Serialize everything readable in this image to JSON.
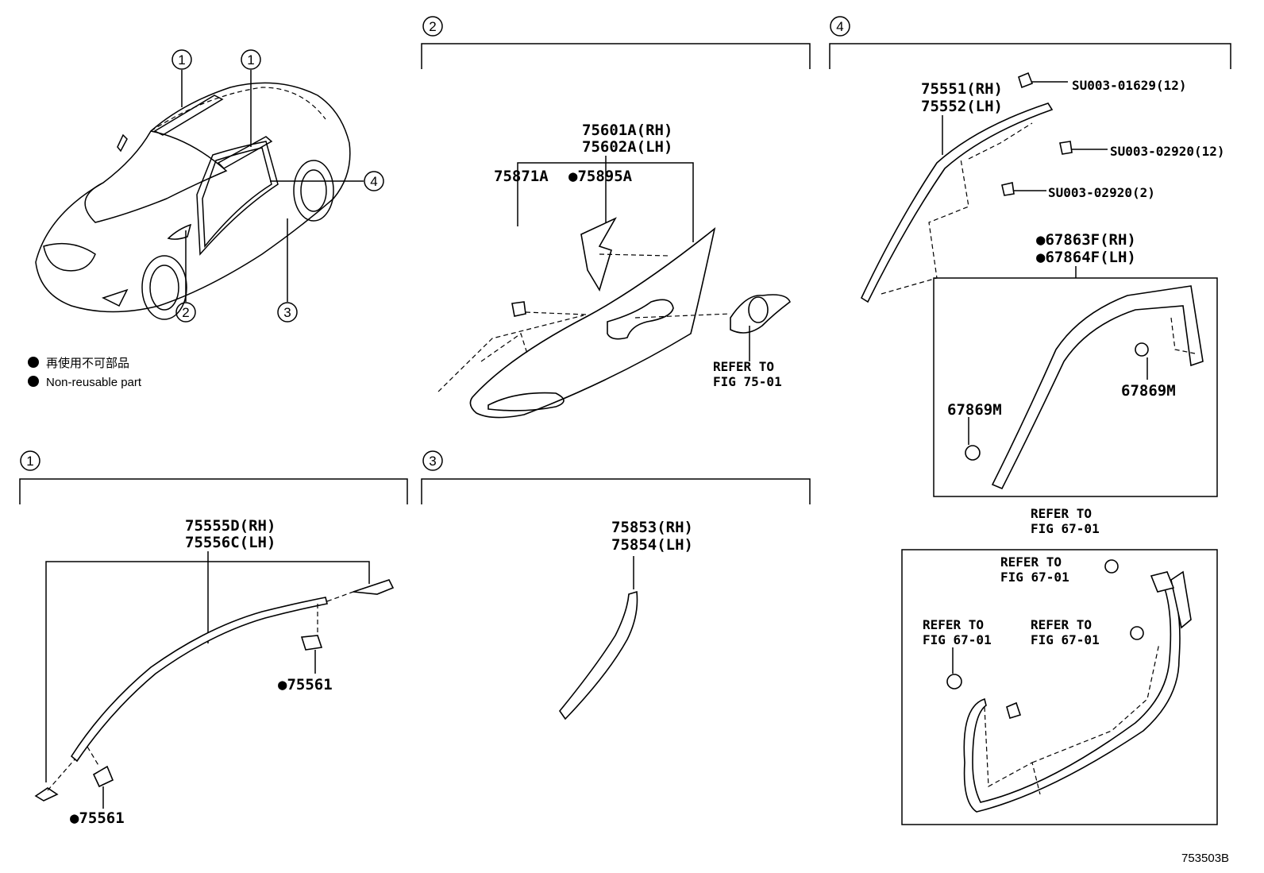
{
  "legend": {
    "item_jp": "再使用不可部品",
    "item_en": "Non-reusable part"
  },
  "figure_id": "753503B",
  "overview": {
    "callouts": [
      "1",
      "1",
      "2",
      "3",
      "4"
    ]
  },
  "section_1": {
    "number": "1",
    "label_rh": "75555D(RH)",
    "label_lh": "75556C(LH)",
    "clip_a": "●75561",
    "clip_b": "●75561"
  },
  "section_2": {
    "number": "2",
    "label_rh": "75601A(RH)",
    "label_lh": "75602A(LH)",
    "clip": "75871A",
    "tape": "●75895A",
    "refer_a": "REFER TO",
    "refer_b": "FIG 75-01"
  },
  "section_3": {
    "number": "3",
    "label_rh": "75853(RH)",
    "label_lh": "75854(LH)"
  },
  "section_4": {
    "number": "4",
    "label_rh": "75551(RH)",
    "label_lh": "75552(LH)",
    "screw_a": "SU003-01629(12)",
    "screw_b": "SU003-02920(12)",
    "screw_c": "SU003-02920(2)",
    "weather_rh": "●67863F(RH)",
    "weather_lh": "●67864F(LH)",
    "clip_left": "67869M",
    "clip_right": "67869M",
    "refer_top_a": "REFER TO",
    "refer_top_b": "FIG 67-01",
    "refer_1a": "REFER TO",
    "refer_1b": "FIG 67-01",
    "refer_2a": "REFER TO",
    "refer_2b": "FIG 67-01",
    "refer_3a": "REFER TO",
    "refer_3b": "FIG 67-01"
  }
}
